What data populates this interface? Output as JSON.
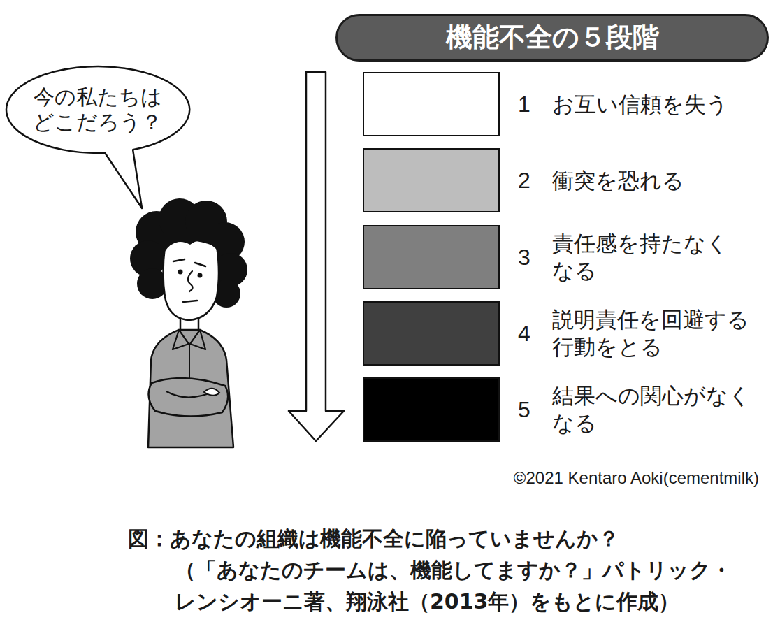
{
  "diagram": {
    "title": "機能不全の５段階",
    "caption": "図：あなたの組織は機能不全に陥っていませんか？ （「あなたのチームは、機能してますか？」パトリック・ レンシオーニ著、翔泳社（2013年）をもとに作成）",
    "nodes": [
      {
        "text": [
          "今の私たちは どこだろう？"
        ]
      },
      {
        "text": [
          "1",
          "お互い信頼を失う"
        ]
      },
      {
        "text": [
          "2",
          "衝突を恐れる"
        ]
      },
      {
        "text": [
          "3",
          "責任感を持たなく なる"
        ]
      },
      {
        "text": [
          "4",
          "説明責任を回避する 行動をとる"
        ]
      },
      {
        "text": [
          "5",
          "結果への関心がなく なる"
        ]
      }
    ],
    "labels": [
      "©2021 Kentaro Aoki(cementmilk)"
    ]
  }
}
